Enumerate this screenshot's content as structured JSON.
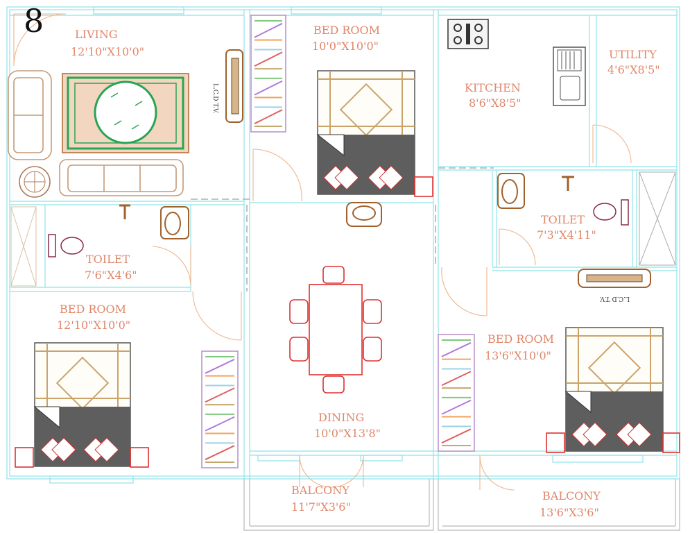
{
  "plan_number": "8",
  "rooms": {
    "living": {
      "name": "LIVING",
      "dims": "12'10\"X10'0\""
    },
    "bedroom_top": {
      "name": "BED ROOM",
      "dims": "10'0\"X10'0\""
    },
    "kitchen": {
      "name": "KITCHEN",
      "dims": "8'6\"X8'5\""
    },
    "utility": {
      "name": "UTILITY",
      "dims": "4'6\"X8'5\""
    },
    "toilet_left": {
      "name": "TOILET",
      "dims": "7'6\"X4'6\""
    },
    "toilet_right": {
      "name": "TOILET",
      "dims": "7'3\"X4'11\""
    },
    "bedroom_left": {
      "name": "BED ROOM",
      "dims": "12'10\"X10'0\""
    },
    "dining": {
      "name": "DINING",
      "dims": "10'0\"X13'8\""
    },
    "bedroom_right": {
      "name": "BED ROOM",
      "dims": "13'6\"X10'0\""
    },
    "balcony_mid": {
      "name": "BALCONY",
      "dims": "11'7\"X3'6\""
    },
    "balcony_right": {
      "name": "BALCONY",
      "dims": "13'6\"X3'6\""
    }
  },
  "tv_labels": {
    "living": "L.C.D T.V.",
    "bedroom_right": "L.C.D T.V."
  },
  "colors": {
    "wall": "#8fe3e8",
    "label": "#e0866a",
    "door": "#f0b48a",
    "furniture_red": "#e03030",
    "rug_green": "#27a552"
  }
}
